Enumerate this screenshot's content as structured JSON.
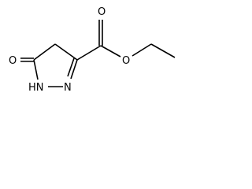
{
  "molecule": {
    "atoms": {
      "carbonyl_oxygen_ring": "O",
      "ring_nitrogen_nh": "HN",
      "ring_nitrogen": "N",
      "ester_carbonyl_oxygen": "O",
      "ester_oxygen": "O"
    }
  },
  "colors": {
    "bond": "#000000",
    "label": "#000000",
    "background": "#ffffff"
  }
}
